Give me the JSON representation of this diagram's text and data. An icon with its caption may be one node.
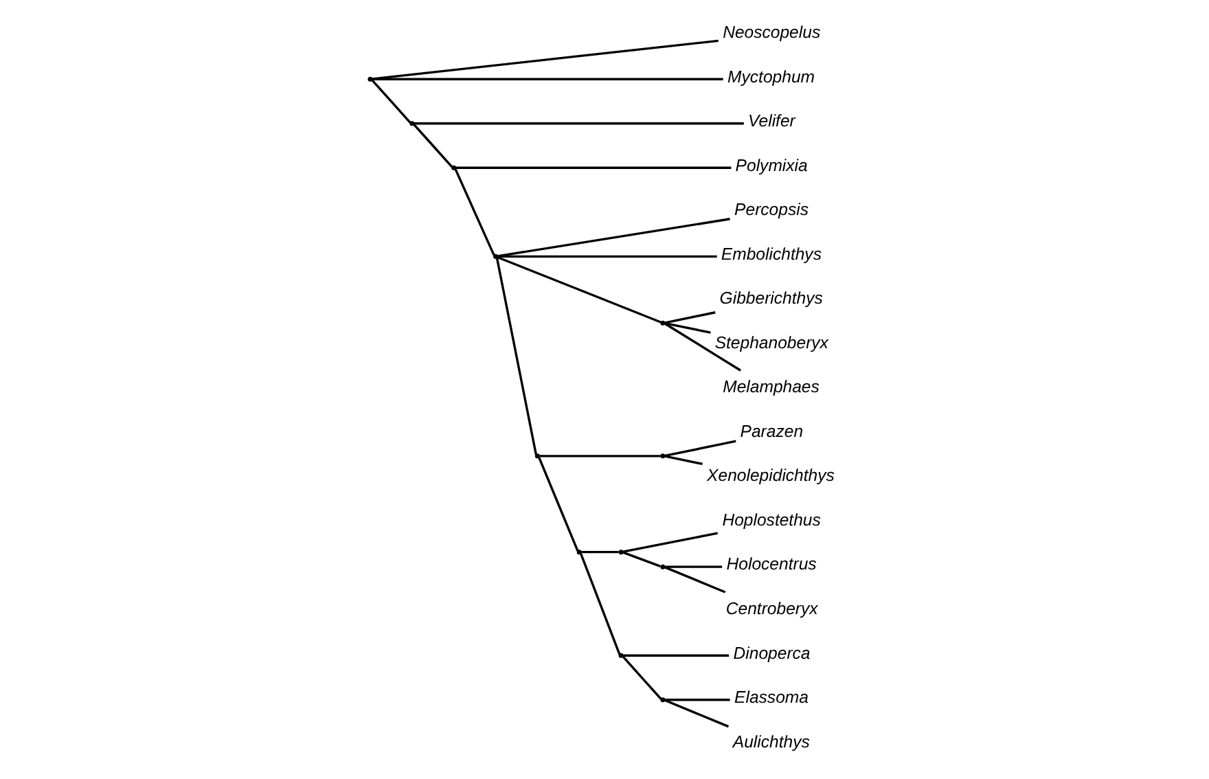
{
  "diagram": {
    "nodes": [
      {
        "text": [
          "Neoscopelus"
        ]
      },
      {
        "text": [
          "Myctophum"
        ]
      },
      {
        "text": [
          "Velifer"
        ]
      },
      {
        "text": [
          "Polymixia"
        ]
      },
      {
        "text": [
          "Percopsis"
        ]
      },
      {
        "text": [
          "Embolichthys"
        ]
      },
      {
        "text": [
          "Gibberichthys"
        ]
      },
      {
        "text": [
          "Stephanoberyx"
        ]
      },
      {
        "text": [
          "Melamphaes"
        ]
      },
      {
        "text": [
          "Parazen"
        ]
      },
      {
        "text": [
          "Xenolepidichthys"
        ]
      },
      {
        "text": [
          "Hoplostethus"
        ]
      },
      {
        "text": [
          "Holocentrus"
        ]
      },
      {
        "text": [
          "Centroberyx"
        ]
      },
      {
        "text": [
          "Dinoperca"
        ]
      },
      {
        "text": [
          "Elassoma"
        ]
      },
      {
        "text": [
          "Aulichthys"
        ]
      },
      {
        "text": [],
        "shape": "point"
      },
      {
        "text": [],
        "shape": "point"
      },
      {
        "text": [],
        "shape": "point"
      },
      {
        "text": [],
        "shape": "point"
      },
      {
        "text": [],
        "shape": "point"
      },
      {
        "text": [],
        "shape": "point"
      },
      {
        "text": [],
        "shape": "point"
      },
      {
        "text": [],
        "shape": "point"
      },
      {
        "text": [],
        "shape": "point"
      },
      {
        "text": [],
        "shape": "point"
      },
      {
        "text": [],
        "shape": "point"
      },
      {
        "text": [],
        "shape": "point"
      }
    ],
    "edges": [
      {
        "from": 17,
        "to": 0,
        "arrow": "none"
      },
      {
        "from": 17,
        "to": 1,
        "arrow": "none"
      },
      {
        "from": 17,
        "to": 18,
        "arrow": "none"
      },
      {
        "from": 18,
        "to": 2,
        "arrow": "none"
      },
      {
        "from": 18,
        "to": 19,
        "arrow": "none"
      },
      {
        "from": 19,
        "to": 3,
        "arrow": "none"
      },
      {
        "from": 19,
        "to": 20,
        "arrow": "none"
      },
      {
        "from": 20,
        "to": 4,
        "arrow": "none"
      },
      {
        "from": 20,
        "to": 5,
        "arrow": "none"
      },
      {
        "from": 20,
        "to": 21,
        "arrow": "none"
      },
      {
        "from": 21,
        "to": 6,
        "arrow": "none"
      },
      {
        "from": 21,
        "to": 7,
        "arrow": "none"
      },
      {
        "from": 21,
        "to": 8,
        "arrow": "none"
      },
      {
        "from": 20,
        "to": 22,
        "arrow": "none"
      },
      {
        "from": 22,
        "to": 23,
        "arrow": "none"
      },
      {
        "from": 23,
        "to": 9,
        "arrow": "none"
      },
      {
        "from": 23,
        "to": 10,
        "arrow": "none"
      },
      {
        "from": 22,
        "to": 24,
        "arrow": "none"
      },
      {
        "from": 24,
        "to": 25,
        "arrow": "none"
      },
      {
        "from": 25,
        "to": 11,
        "arrow": "none"
      },
      {
        "from": 25,
        "to": 26,
        "arrow": "none"
      },
      {
        "from": 26,
        "to": 12,
        "arrow": "none"
      },
      {
        "from": 26,
        "to": 13,
        "arrow": "none"
      },
      {
        "from": 24,
        "to": 27,
        "arrow": "none"
      },
      {
        "from": 27,
        "to": 14,
        "arrow": "none"
      },
      {
        "from": 27,
        "to": 28,
        "arrow": "none"
      },
      {
        "from": 28,
        "to": 15,
        "arrow": "none"
      },
      {
        "from": 28,
        "to": 16,
        "arrow": "none"
      }
    ]
  }
}
